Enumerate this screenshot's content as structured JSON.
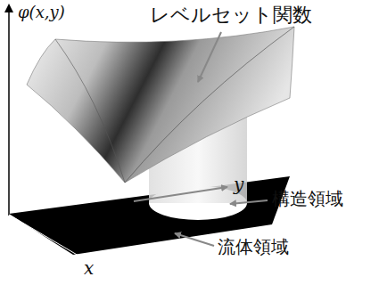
{
  "diagram": {
    "labels": [
      "φ(x,y)",
      "レベルセット関数",
      "y",
      "構造領域",
      "流体領域",
      "x"
    ]
  }
}
